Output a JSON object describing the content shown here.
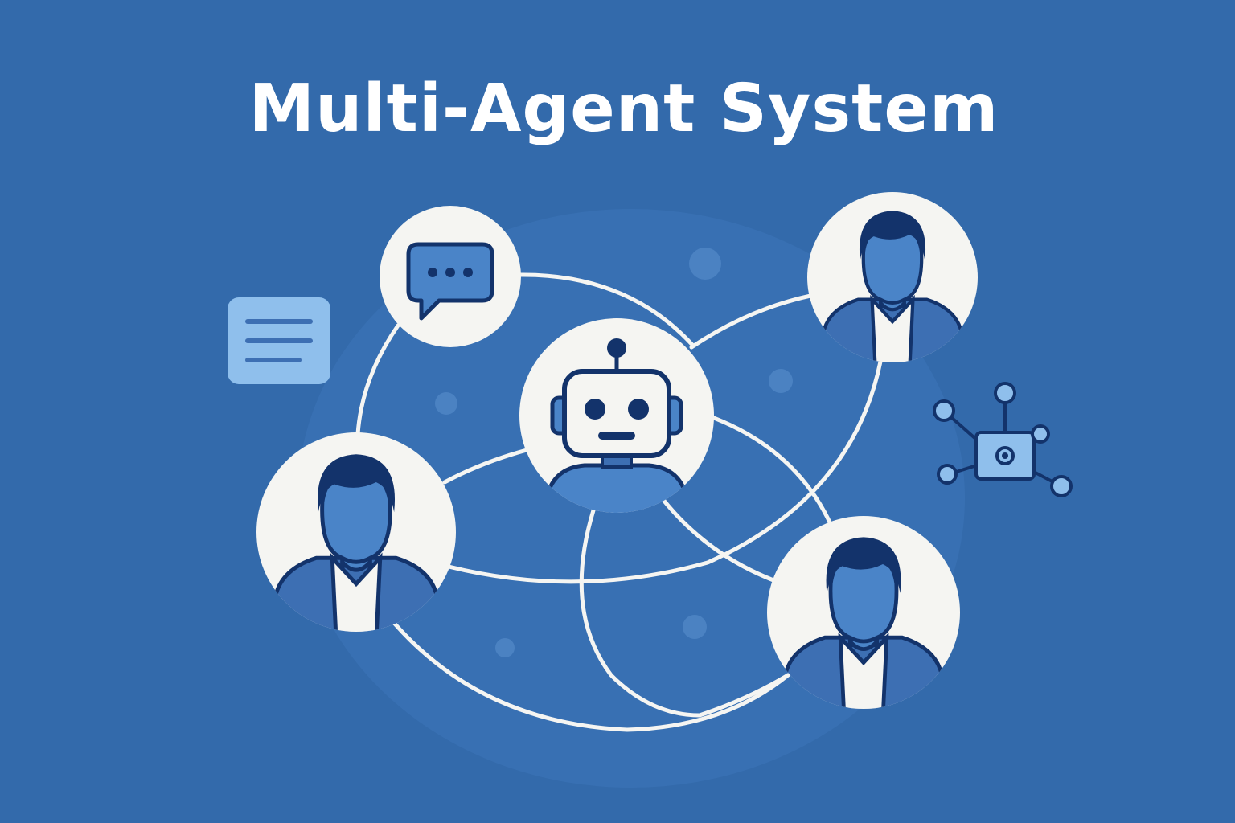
{
  "title": "Multi-Agent System",
  "colors": {
    "background": "#336aab",
    "node_fill": "#f5f5f2",
    "outline": "#13336b",
    "figure": "#4a84c8",
    "accent_light": "#8fbfec"
  },
  "nodes": [
    {
      "type": "chat-bubble",
      "icon": "chat-icon"
    },
    {
      "type": "robot-agent",
      "icon": "robot-icon"
    },
    {
      "type": "human-agent",
      "icon": "person-icon"
    },
    {
      "type": "human-agent",
      "icon": "person-icon"
    },
    {
      "type": "human-agent",
      "icon": "person-icon"
    }
  ],
  "decorations": [
    "document-icon",
    "network-icon"
  ]
}
